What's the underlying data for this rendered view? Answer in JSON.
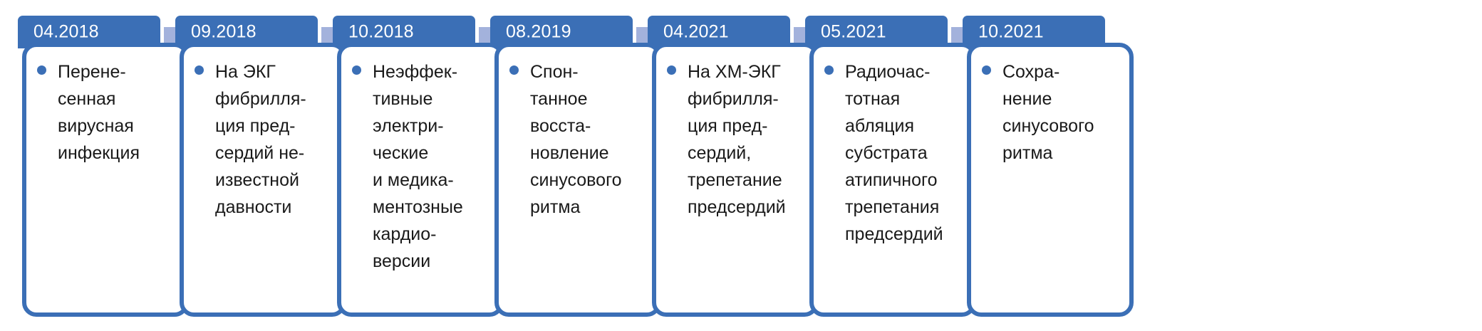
{
  "diagram": {
    "type": "timeline",
    "title": "",
    "orientation": "horizontal",
    "colors": {
      "header_tab": "#3B6FB6",
      "card_border": "#3B6FB6",
      "card_background": "#FFFFFF",
      "bullet": "#3B6FB6",
      "arrow": "#A3B2DC",
      "date_text": "#FFFFFF",
      "body_text": "#1A1A1A",
      "page_background": "#FFFFFF"
    },
    "arrow_icon_name": "right-arrow-icon",
    "steps": [
      {
        "id": "step-1",
        "date": "04.2018",
        "text": "Перене-\nсенная\nвирусная\nинфекция"
      },
      {
        "id": "step-2",
        "date": "09.2018",
        "text": "На ЭКГ\nфибрилля-\nция пред-\nсердий не-\nизвестной\nдавности"
      },
      {
        "id": "step-3",
        "date": "10.2018",
        "text": "Неэффек-\nтивные\nэлектри-\nческие\nи медика-\nментозные\nкардио-\nверсии"
      },
      {
        "id": "step-4",
        "date": "08.2019",
        "text": "Спон-\nтанное\nвосста-\nновление\nсинусового\nритма"
      },
      {
        "id": "step-5",
        "date": "04.2021",
        "text": "На ХМ-ЭКГ\nфибрилля-\nция пред-\nсердий,\nтрепетание\nпредсердий"
      },
      {
        "id": "step-6",
        "date": "05.2021",
        "text": "Радиочас-\nтотная\nабляция\nсубстрата\nатипичного\nтрепетания\nпредсердий"
      },
      {
        "id": "step-7",
        "date": "10.2021",
        "text": "Сохра-\nнение\nсинусового\nритма"
      }
    ]
  }
}
